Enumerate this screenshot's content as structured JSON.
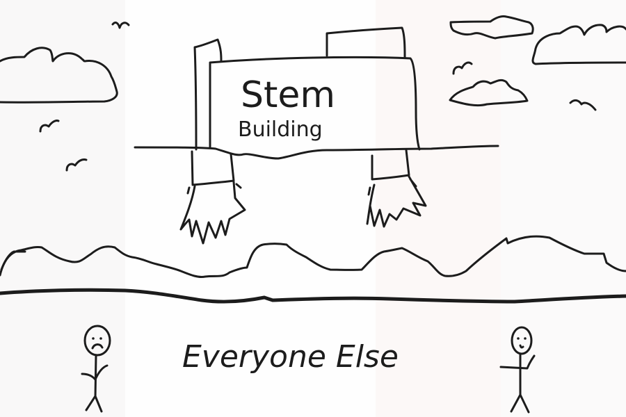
{
  "drawing": {
    "sign": {
      "title": "Stem",
      "subtitle": "Building"
    },
    "caption": "Everyone Else",
    "colors": {
      "ink": "#1c1c1c",
      "background": "#fdfcfc"
    }
  }
}
